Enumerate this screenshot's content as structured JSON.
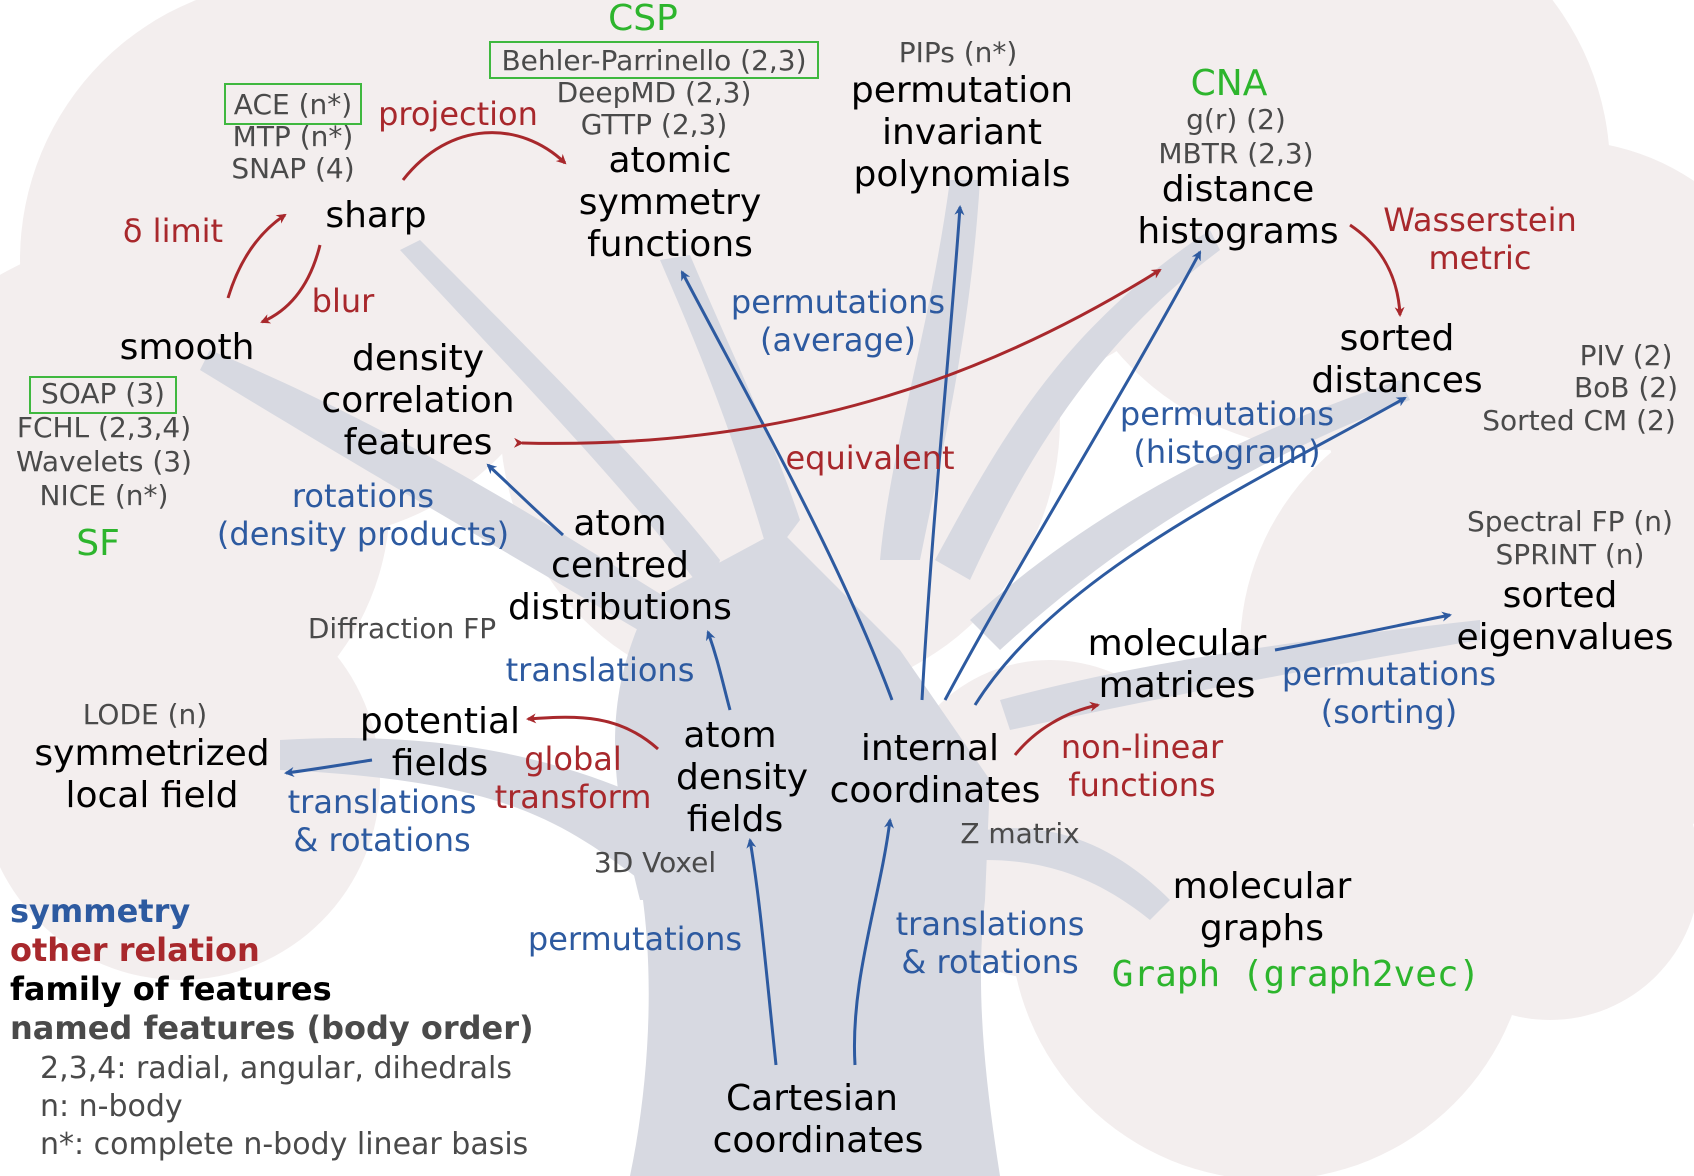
{
  "colors": {
    "symmetry": "#2d5aa0",
    "other_relation": "#a8282c",
    "family": "#000000",
    "named": "#4a4a4a",
    "category": "#2db52d",
    "tree": "#d7d9e1",
    "cloud": "#f3eeee"
  },
  "families": {
    "cartesian": [
      "Cartesian",
      "coordinates"
    ],
    "internal": [
      "internal",
      "coordinates"
    ],
    "atom_density": [
      "atom",
      "density",
      "fields"
    ],
    "potential": [
      "potential",
      "fields"
    ],
    "symmetrized": [
      "symmetrized",
      "local field"
    ],
    "acd": [
      "atom",
      "centred",
      "distributions"
    ],
    "dcf": [
      "density",
      "correlation",
      "features"
    ],
    "sharp": [
      "sharp"
    ],
    "smooth": [
      "smooth"
    ],
    "asf": [
      "atomic",
      "symmetry",
      "functions"
    ],
    "pip": [
      "permutation",
      "invariant",
      "polynomials"
    ],
    "dh": [
      "distance",
      "histograms"
    ],
    "sd": [
      "sorted",
      "distances"
    ],
    "mm": [
      "molecular",
      "matrices"
    ],
    "se": [
      "sorted",
      "eigenvalues"
    ],
    "mg": [
      "molecular",
      "graphs"
    ]
  },
  "named": {
    "ace": "ACE (n*)",
    "mtp": "MTP (n*)",
    "snap": "SNAP (4)",
    "behler": "Behler-Parrinello (2,3)",
    "deepmd": "DeepMD (2,3)",
    "gttp": "GTTP (2,3)",
    "pips": "PIPs (n*)",
    "gr": "g(r) (2)",
    "mbtr": "MBTR (2,3)",
    "piv": "PIV (2)",
    "bob": "BoB (2)",
    "sorted_cm": "Sorted CM (2)",
    "soap": "SOAP (3)",
    "fchl": "FCHL (2,3,4)",
    "wavelets": "Wavelets (3)",
    "nice": "NICE (n*)",
    "spectral": "Spectral FP (n)",
    "sprint": "SPRINT (n)",
    "lode": "LODE (n)",
    "diffraction": "Diffraction FP",
    "voxel": "3D Voxel",
    "zmatrix": "Z matrix"
  },
  "categories": {
    "csp": "CSP",
    "cna": "CNA",
    "sf": "SF",
    "graph": "Graph (graph2vec)"
  },
  "symmetry_labels": {
    "perm_avg": [
      "permutations",
      "(average)"
    ],
    "perm_hist": [
      "permutations",
      "(histogram)"
    ],
    "rotations": [
      "rotations",
      "(density products)"
    ],
    "translations": "translations",
    "trans_rot_left": [
      "translations",
      "& rotations"
    ],
    "trans_rot_bottom": [
      "translations",
      "& rotations"
    ],
    "permutations": "permutations",
    "perm_sort": [
      "permutations",
      "(sorting)"
    ]
  },
  "relation_labels": {
    "projection": "projection",
    "delta": "δ limit",
    "blur": "blur",
    "wasserstein": [
      "Wasserstein",
      "metric"
    ],
    "equivalent": "equivalent",
    "global": [
      "global",
      "transform"
    ],
    "nonlinear": [
      "non-linear",
      "functions"
    ]
  },
  "legend": {
    "symmetry": "symmetry",
    "other_relation": "other relation",
    "family": "family of features",
    "named": "named features (body order)",
    "line1": "2,3,4: radial, angular, dihedrals",
    "line2": "n: n-body",
    "line3": "n*: complete n-body linear basis"
  }
}
